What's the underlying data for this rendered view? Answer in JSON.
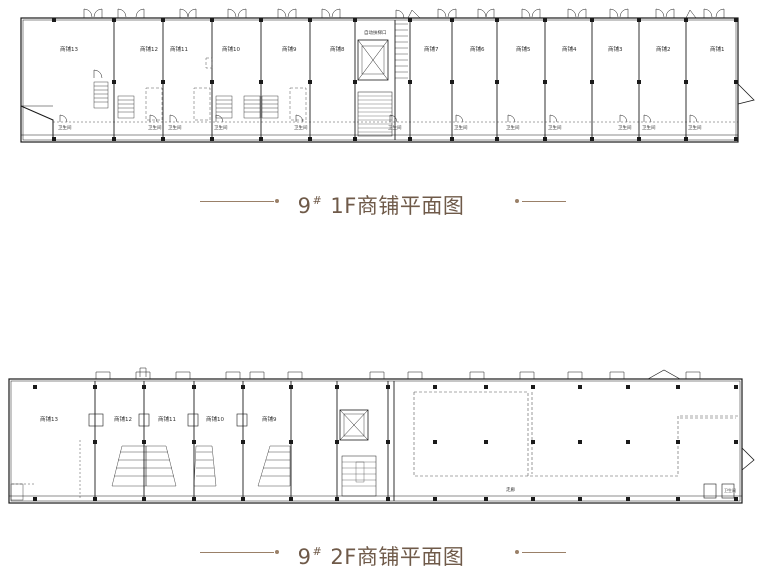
{
  "floor1": {
    "title_num": "9",
    "title_mark": "#",
    "title_text": " 1F商铺平面图",
    "shops": [
      {
        "label": "商铺13"
      },
      {
        "label": "商铺12"
      },
      {
        "label": "商铺11"
      },
      {
        "label": "商铺10"
      },
      {
        "label": "商铺9"
      },
      {
        "label": "商铺8"
      },
      {
        "label": "商铺7"
      },
      {
        "label": "商铺6"
      },
      {
        "label": "商铺5"
      },
      {
        "label": "商铺4"
      },
      {
        "label": "商铺3"
      },
      {
        "label": "商铺2"
      },
      {
        "label": "商铺1"
      }
    ],
    "core_label": "自动扶梯口",
    "wc_label": "卫生间"
  },
  "floor2": {
    "title_num": "9",
    "title_mark": "#",
    "title_text": " 2F商铺平面图",
    "shops": [
      {
        "label": "商铺13"
      },
      {
        "label": "商铺12"
      },
      {
        "label": "商铺11"
      },
      {
        "label": "商铺10"
      },
      {
        "label": "商铺9"
      }
    ],
    "corridor_label": "走廊",
    "wc_label": "卫生间"
  },
  "colors": {
    "wall": "#1a1a1a",
    "dim": "#777777",
    "title": "#6f5a49",
    "accent": "#9a8068"
  }
}
